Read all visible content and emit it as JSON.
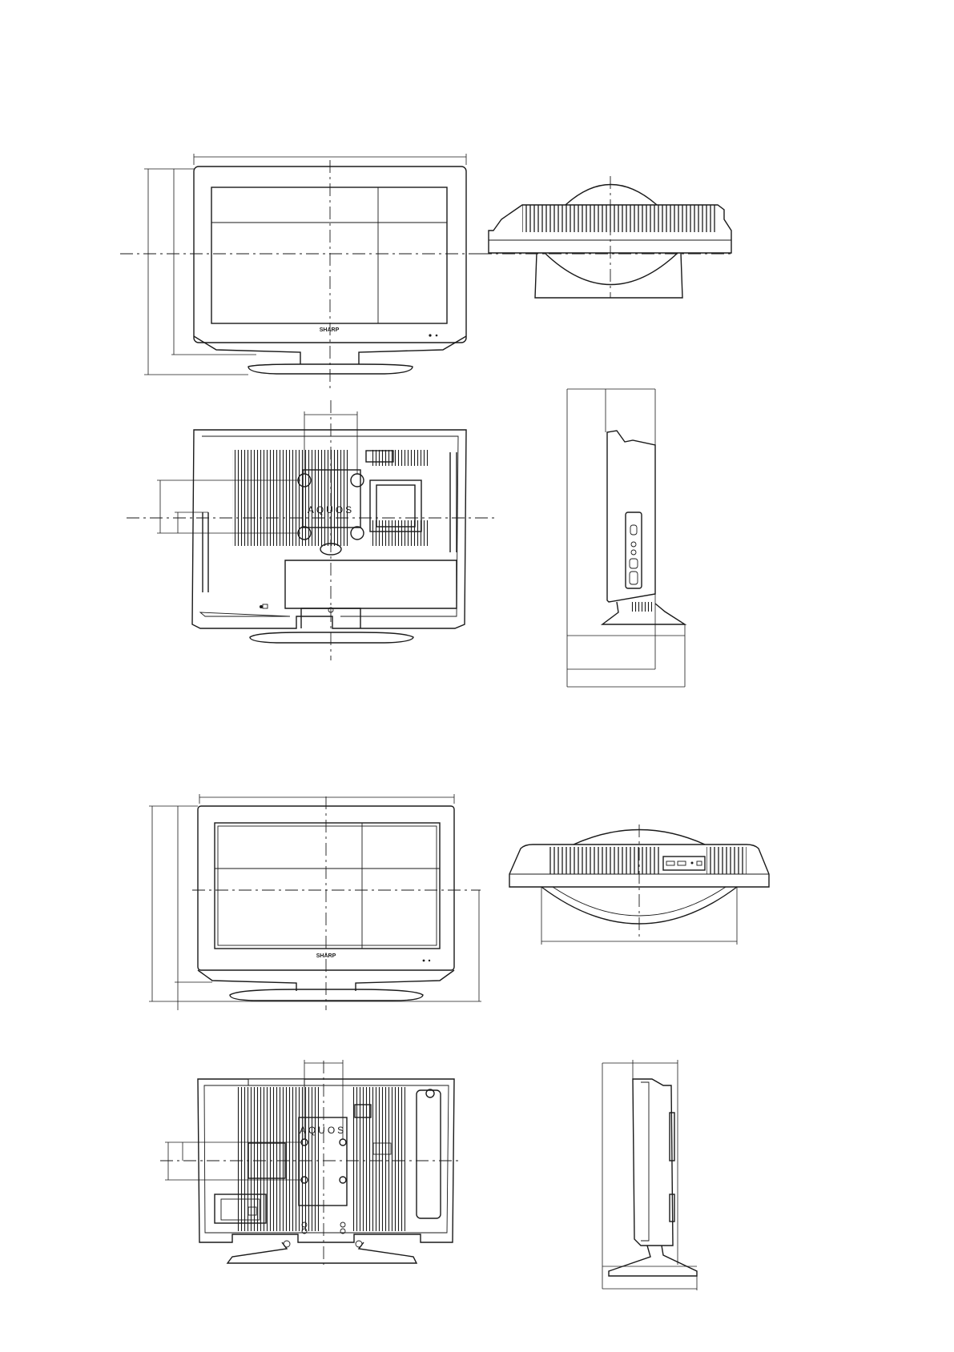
{
  "brand": {
    "front_logo": "SHARP",
    "back_logo": "AQUOS"
  },
  "models": [
    {
      "views": [
        "front-view",
        "top-view",
        "rear-view",
        "side-view"
      ]
    },
    {
      "views": [
        "front-view",
        "top-view",
        "rear-view",
        "side-view"
      ]
    }
  ]
}
